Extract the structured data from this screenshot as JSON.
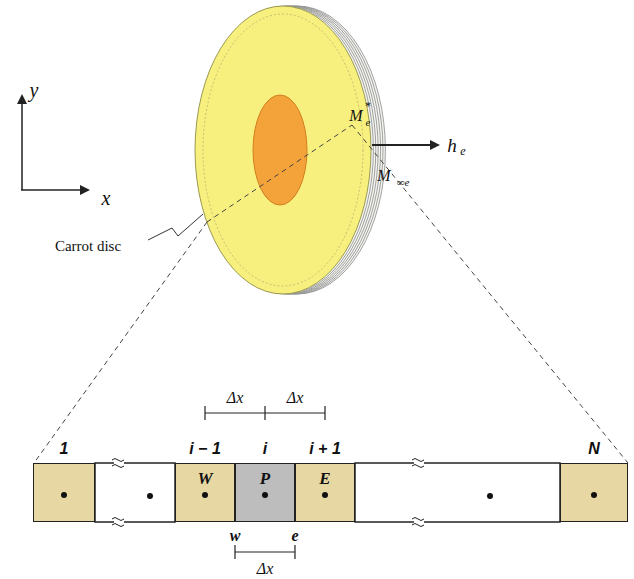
{
  "diagram": {
    "nodes": [
      {
        "text": [
          "1"
        ]
      },
      {
        "text": [
          "i − 1",
          "W"
        ]
      },
      {
        "text": [
          "i",
          "P"
        ]
      },
      {
        "text": [
          "i + 1",
          "E"
        ]
      },
      {
        "text": [
          "N"
        ]
      }
    ],
    "labels": [
      "y",
      "x",
      "Carrot disc",
      "M",
      "e",
      "*",
      "h",
      "e",
      "M",
      "∞e",
      "Δx",
      "Δx",
      "w",
      "e",
      "Δx"
    ]
  }
}
